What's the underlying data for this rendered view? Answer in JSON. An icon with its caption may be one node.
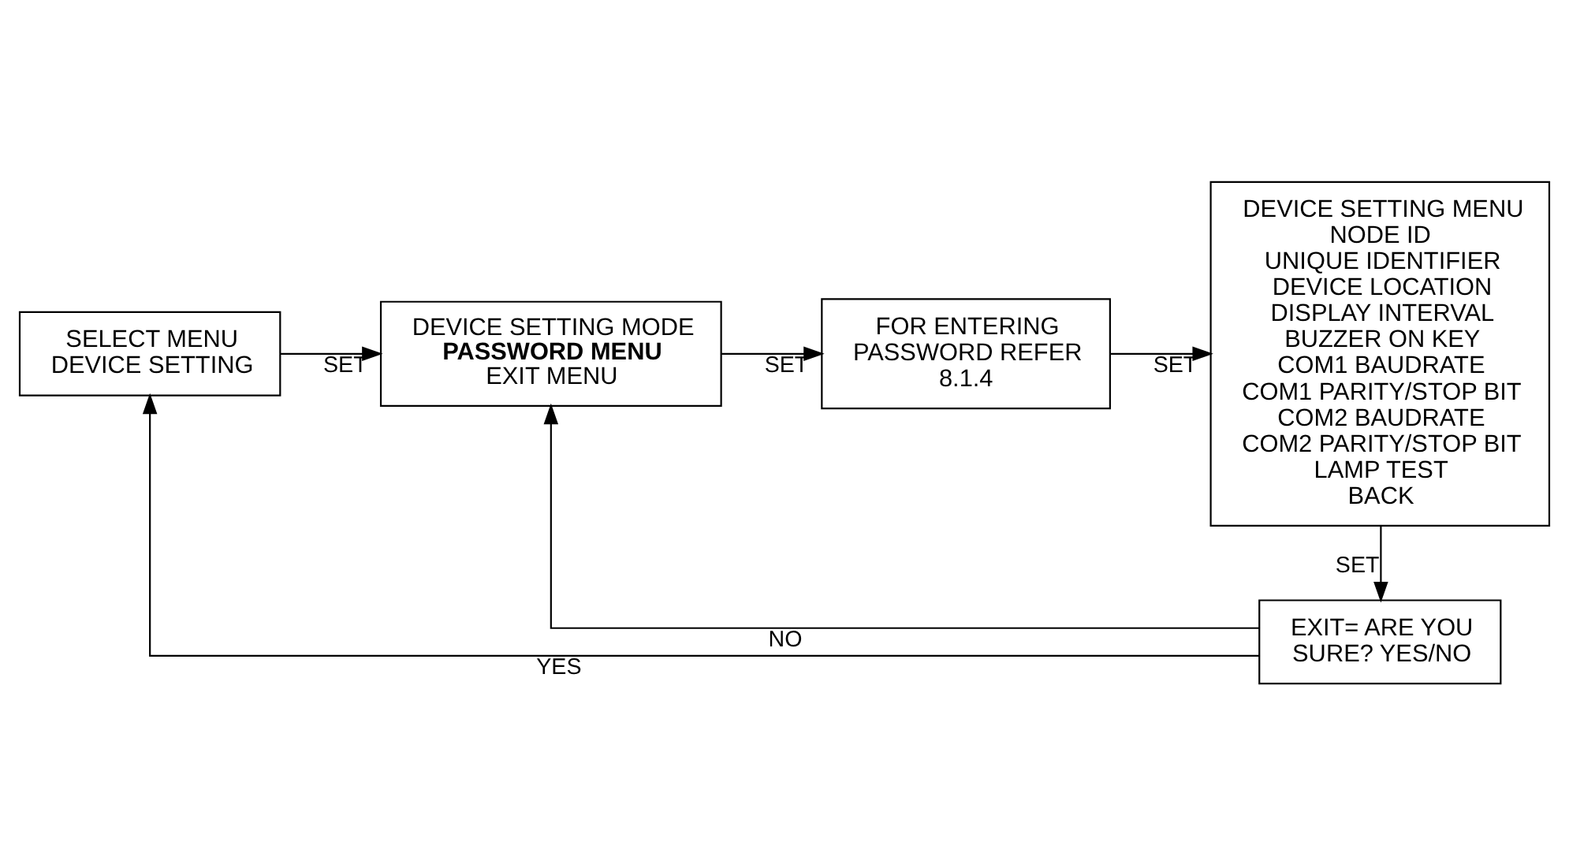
{
  "diagram": {
    "nodes": [
      {
        "text": [
          "SELECT MENU",
          "DEVICE SETTING"
        ]
      },
      {
        "text": [
          "DEVICE SETTING MODE",
          "PASSWORD MENU",
          "EXIT MENU"
        ]
      },
      {
        "text": [
          "FOR ENTERING PASSWORD REFER 8.1.4"
        ]
      },
      {
        "text": [
          "DEVICE SETTING MENU",
          "NODE ID",
          "UNIQUE IDENTIFIER",
          "DEVICE LOCATION",
          "DISPLAY INTERVAL",
          "BUZZER ON KEY",
          "COM1 BAUDRATE",
          "COM1 PARITY/STOP BIT",
          "COM2 BAUDRATE",
          "COM2 PARITY/STOP BIT",
          "LAMP TEST",
          "BACK"
        ]
      },
      {
        "text": [
          "EXIT= ARE YOU SURE? YES/NO"
        ]
      }
    ],
    "edges": [
      {
        "from": 0,
        "to": 1,
        "arrow": "to",
        "label": "SET"
      },
      {
        "from": 1,
        "to": 2,
        "arrow": "to",
        "label": "SET"
      },
      {
        "from": 2,
        "to": 3,
        "arrow": "to",
        "label": "SET"
      },
      {
        "from": 3,
        "to": 4,
        "arrow": "to",
        "label": "SET"
      },
      {
        "from": 4,
        "to": 1,
        "arrow": "to",
        "label": "NO"
      },
      {
        "from": 4,
        "to": 0,
        "arrow": "to",
        "label": "YES"
      }
    ]
  }
}
